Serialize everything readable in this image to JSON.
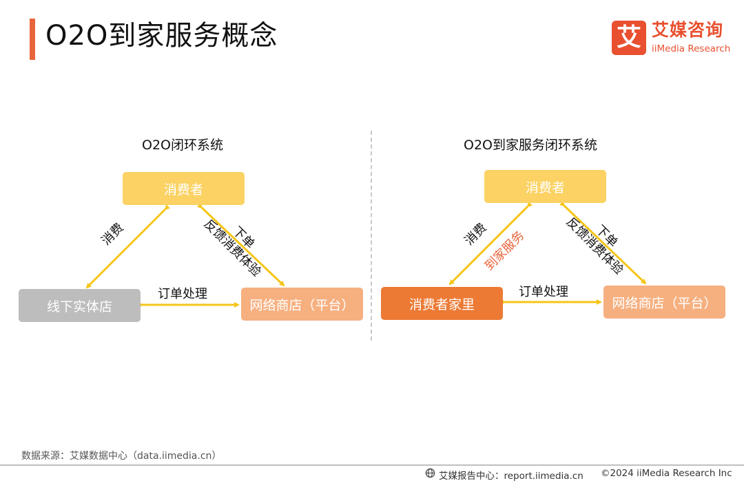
{
  "page": {
    "title": "O2O到家服务概念"
  },
  "brand": {
    "logo_char": "艾",
    "name_cn": "艾媒咨询",
    "name_en": "iiMedia Research",
    "color": "#e8502f"
  },
  "diagrams": [
    {
      "title": "O2O闭环系统",
      "nodes": {
        "top": "消费者",
        "left": "线下实体店",
        "right": "网络商店（平台）"
      },
      "edges": {
        "left_side": "消费",
        "right_side_outer": "下单",
        "right_side_inner": "反馈消费体验",
        "bottom": "订单处理"
      }
    },
    {
      "title": "O2O到家服务闭环系统",
      "nodes": {
        "top": "消费者",
        "left": "消费者家里",
        "right": "网络商店（平台）"
      },
      "edges": {
        "left_side": "消费",
        "left_side_highlight": "到家服务",
        "right_side_outer": "下单",
        "right_side_inner": "反馈消费体验",
        "bottom": "订单处理"
      }
    }
  ],
  "colors": {
    "accent": "#e8643a",
    "arrow": "#f5c518",
    "node_yellow": "#fbd263",
    "node_peach": "#f6b080",
    "node_gray": "#bdbdbd",
    "node_orange": "#ec7a35"
  },
  "footer": {
    "source": "数据来源：艾媒数据中心（data.iimedia.cn）",
    "report": "艾媒报告中心：report.iimedia.cn",
    "copyright": "©2024  iiMedia Research  Inc"
  }
}
